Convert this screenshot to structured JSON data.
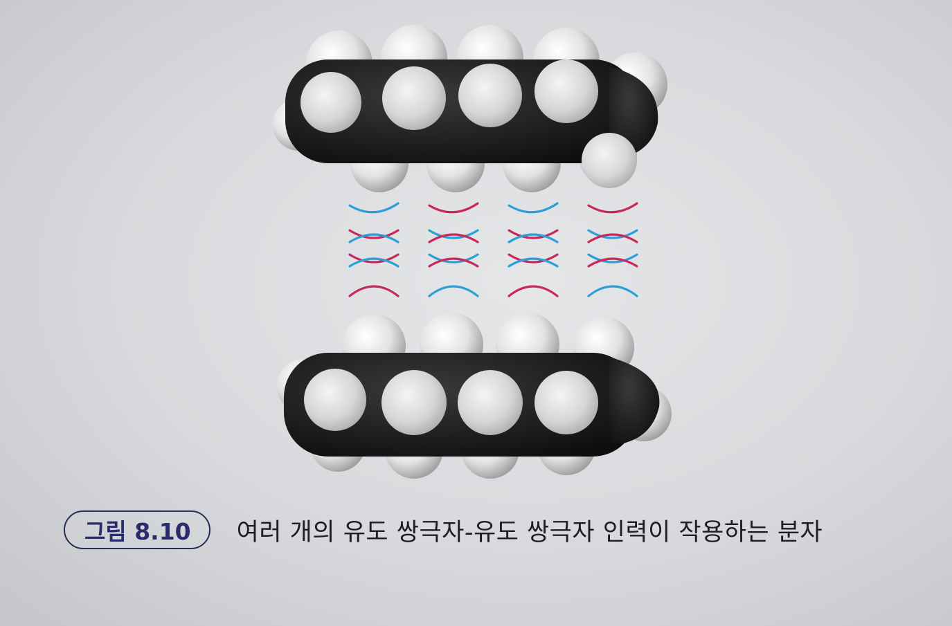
{
  "figure": {
    "label": "그림 8.10",
    "caption": "여러 개의 유도 쌍극자-유도 쌍극자 인력이 작용하는 분자"
  },
  "colors": {
    "interaction_blue": "#2b9fd6",
    "interaction_red": "#c8285a",
    "carbon": "#1c1c1c",
    "hydrogen": "#e8e8e8",
    "label_border": "#2a2c55"
  },
  "molecules": [
    {
      "name": "upper-molecule",
      "carbon_count": 5
    },
    {
      "name": "lower-molecule",
      "carbon_count": 5
    }
  ],
  "interaction_groups": 4
}
